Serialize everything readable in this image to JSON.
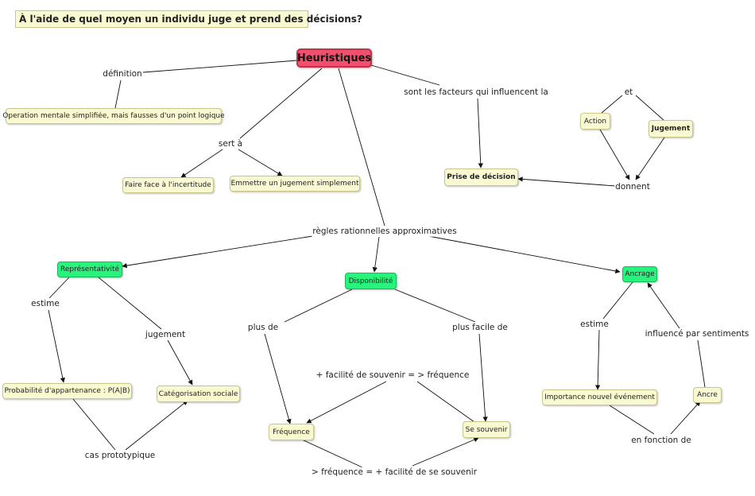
{
  "title": "À l'aide de quel moyen un individu juge et prend des décisions?",
  "nodes": {
    "heuristiques": "Heuristiques",
    "operation": "Operation mentale simplifiée, mais fausses d'un point logique",
    "incertitude": "Faire face à l'incertitude",
    "jugement_simple": "Emmettre un jugement simplement",
    "prise_decision": "Prise de décision",
    "action": "Action",
    "jugement": "Jugement",
    "representativite": "Représentativité",
    "disponibilite": "Disponibilité",
    "ancrage": "Ancrage",
    "probabilite": "Probabilité d'appartenance : P(A|B)",
    "categorisation": "Catégorisation sociale",
    "frequence": "Fréquence",
    "se_souvenir": "Se souvenir",
    "importance": "Importance nouvel événement",
    "ancre": "Ancre"
  },
  "labels": {
    "definition": "définition",
    "sert_a": "sert à",
    "facteurs": "sont les facteurs qui influencent  la",
    "et": "et",
    "donnent": "donnent",
    "regles": "règles rationnelles approximatives",
    "estime_left": "estime",
    "jugement_link": "jugement",
    "cas": "cas prototypique",
    "plus_de": "plus de",
    "plus_facile": "plus facile de",
    "facilite_freq": "+ facilité de souvenir = > fréquence",
    "freq_facilite": "> fréquence = + facilité de se souvenir",
    "estime_right": "estime",
    "influence": "influencé par sentiments",
    "fonction": "en fonction de"
  },
  "colors": {
    "concept_fill": "#fafad2",
    "green_fill": "#27f37d",
    "root_fill": "#f0506e",
    "line": "#111111"
  }
}
